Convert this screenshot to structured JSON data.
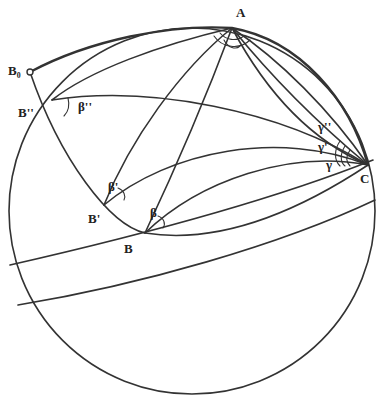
{
  "diagram": {
    "labels": [
      "A",
      "B₀",
      "B''",
      "B'",
      "B",
      "β''",
      "β'",
      "β",
      "γ''",
      "γ'",
      "γ",
      "C"
    ]
  }
}
